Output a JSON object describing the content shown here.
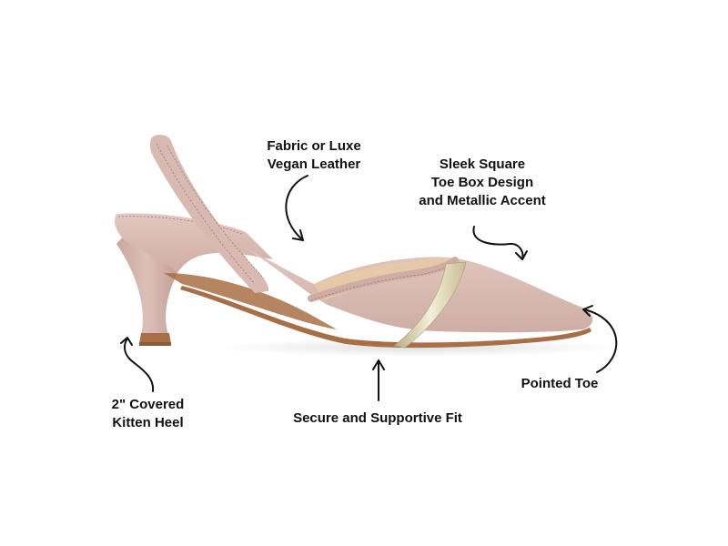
{
  "product": {
    "description": "Pink slingback kitten-heel pump with pointed toe and metallic gold accent strip",
    "colors": {
      "upper": "#d9bcb4",
      "upper_shade": "#c8a59c",
      "lining": "#e6c9a8",
      "sole": "#a86e45",
      "heel_tip": "#9b6440",
      "metallic": "#e2dcc0",
      "stitch": "#9a7a72",
      "text": "#111111",
      "background": "#ffffff"
    }
  },
  "annotations": [
    {
      "id": "material",
      "lines": [
        "Fabric or Luxe",
        "Vegan Leather"
      ]
    },
    {
      "id": "toe-box",
      "lines": [
        "Sleek Square",
        "Toe Box Design",
        "and Metallic Accent"
      ]
    },
    {
      "id": "heel",
      "lines": [
        "2\" Covered",
        "Kitten Heel"
      ]
    },
    {
      "id": "fit",
      "lines": [
        "Secure and Supportive Fit"
      ]
    },
    {
      "id": "toe",
      "lines": [
        "Pointed Toe"
      ]
    }
  ]
}
